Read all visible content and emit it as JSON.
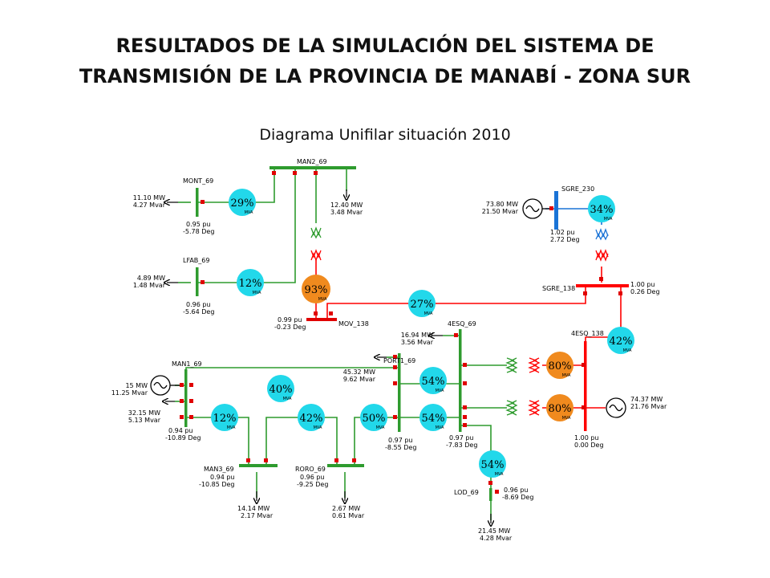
{
  "header": {
    "title_line1": "RESULTADOS DE LA SIMULACIÓN DEL SISTEMA DE",
    "title_line2": "TRANSMISIÓN DE LA PROVINCIA DE MANABÍ - ZONA SUR",
    "subtitle": "Diagrama Unifilar situación 2010"
  },
  "colors": {
    "line69": "#2e9b2e",
    "line138": "#ff0000",
    "line230": "#1a73d6",
    "breaker": "#e00000",
    "gauge_normal": "#22d8ea",
    "gauge_high": "#f08a1e"
  },
  "buses": {
    "man2_69": "MAN2_69",
    "mont_69": "MONT_69",
    "lfab_69": "LFAB_69",
    "mov_138": "MOV_138",
    "sgre_230": "SGRE_230",
    "sgre_138": "SGRE_138",
    "esq4_69": "4ESQ_69",
    "esq4_138": "4ESQ_138",
    "port1_69": "PORT1_69",
    "man1_69": "MAN1_69",
    "man3_69": "MAN3_69",
    "roro_69": "RORO_69",
    "lod_69": "LOD_69"
  },
  "loads": {
    "mont_mw": "11.10 MW",
    "mont_mvar": "4.27 Mvar",
    "man2_mw": "12.40 MW",
    "man2_mvar": "3.48 Mvar",
    "lfab_mw": "4.89 MW",
    "lfab_mvar": "1.48 Mvar",
    "esq4_mw": "16.94 MW",
    "esq4_mvar": "3.56 Mvar",
    "port1_mw": "45.32 MW",
    "port1_mvar": "9.62 Mvar",
    "man1_mw": "32.15 MW",
    "man1_mvar": "5.13 Mvar",
    "man3_mw": "14.14 MW",
    "man3_mvar": "2.17 Mvar",
    "roro_mw": "2.67 MW",
    "roro_mvar": "0.61 Mvar",
    "lod_mw": "21.45 MW",
    "lod_mvar": "4.28 Mvar"
  },
  "generators": {
    "sgre_mw": "73.80 MW",
    "sgre_mvar": "21.50 Mvar",
    "man1_mw": "15 MW",
    "man1_mvar": "11.25 Mvar",
    "esq4_mw": "74.37 MW",
    "esq4_mvar": "21.76 Mvar"
  },
  "voltages": {
    "mont_pu": "0.95 pu",
    "mont_deg": "-5.78 Deg",
    "lfab_pu": "0.96 pu",
    "lfab_deg": "-5.64 Deg",
    "mov_pu": "0.99 pu",
    "mov_deg": "-0.23 Deg",
    "sgre230_pu": "1.02 pu",
    "sgre230_deg": "2.72 Deg",
    "sgre138_pu": "1.00 pu",
    "sgre138_deg": "0.26 Deg",
    "man1_pu": "0.94 pu",
    "man1_deg": "-10.89 Deg",
    "port1_pu": "0.97 pu",
    "port1_deg": "-8.55 Deg",
    "esq4_pu": "0.97 pu",
    "esq4_deg": "-7.83 Deg",
    "esq4_138_pu": "1.00 pu",
    "esq4_138_deg": "0.00 Deg",
    "man3_pu": "0.94 pu",
    "man3_deg": "-10.85 Deg",
    "roro_pu": "0.96 pu",
    "roro_deg": "-9.25 Deg",
    "lod_pu": "0.96 pu",
    "lod_deg": "-8.69 Deg"
  },
  "gauge_unit": "MVA",
  "loading": {
    "g_mont": "29%",
    "g_lfab": "12%",
    "g_mov": "93%",
    "g_sgre": "34%",
    "g_mov_sgre": "27%",
    "g_esq138": "42%",
    "g_tx1": "80%",
    "g_tx2": "80%",
    "g_man1_port1": "40%",
    "g_port1_esq_a": "54%",
    "g_man1_man3": "12%",
    "g_man3_roro": "42%",
    "g_roro_port1": "50%",
    "g_port1_esq_b": "54%",
    "g_lod": "54%"
  }
}
